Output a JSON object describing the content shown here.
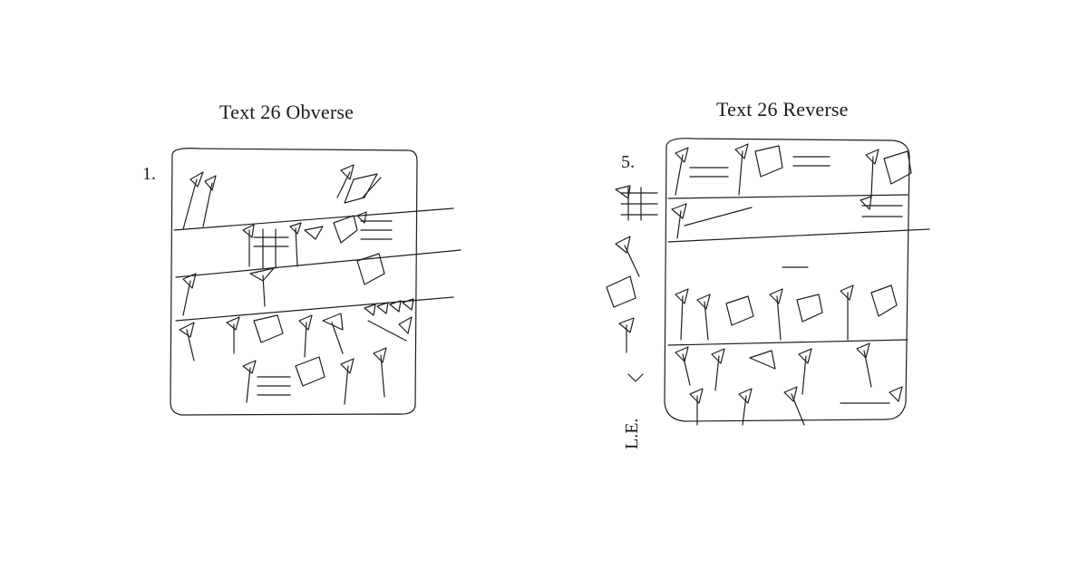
{
  "obverse": {
    "title": "Text 26 Obverse",
    "line_number": "1."
  },
  "reverse": {
    "title": "Text 26 Reverse",
    "line_number": "5.",
    "left_edge_label": "L.E."
  },
  "ink_color": "#1e1e1e",
  "background": "#ffffff"
}
